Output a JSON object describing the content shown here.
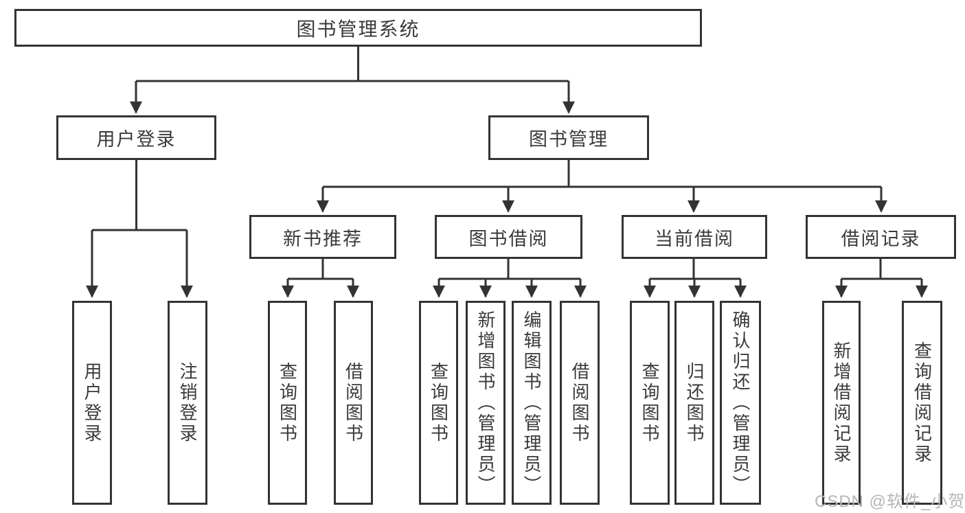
{
  "tree": {
    "label": "图书管理系统",
    "children": [
      {
        "label": "用户登录",
        "children": [
          {
            "label": "用户登录"
          },
          {
            "label": "注销登录"
          }
        ]
      },
      {
        "label": "图书管理",
        "children": [
          {
            "label": "新书推荐",
            "children": [
              {
                "label": "查询图书"
              },
              {
                "label": "借阅图书"
              }
            ]
          },
          {
            "label": "图书借阅",
            "children": [
              {
                "label": "查询图书"
              },
              {
                "label": "新增图书（管理员）"
              },
              {
                "label": "编辑图书（管理员）"
              },
              {
                "label": "借阅图书"
              }
            ]
          },
          {
            "label": "当前借阅",
            "children": [
              {
                "label": "查询图书"
              },
              {
                "label": "归还图书"
              },
              {
                "label": "确认归还（管理员）"
              }
            ]
          },
          {
            "label": "借阅记录",
            "children": [
              {
                "label": "新增借阅记录"
              },
              {
                "label": "查询借阅记录"
              }
            ]
          }
        ]
      }
    ]
  },
  "watermark": {
    "text": "CSDN @软件_小贺同学"
  },
  "colors": {
    "line": "#333333",
    "box_border": "#333333",
    "text": "#3a3a3a",
    "watermark": "#b5b5b5",
    "background": "#ffffff"
  }
}
